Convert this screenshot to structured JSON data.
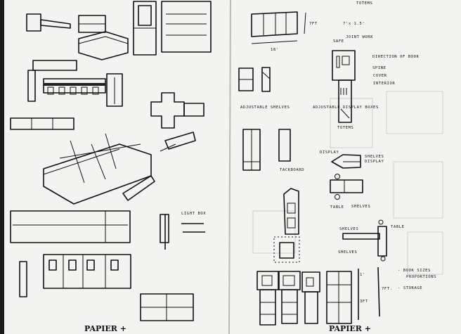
{
  "colors": {
    "paper": "#f3f3f1",
    "ink": "#111111"
  },
  "left_page": {
    "light_box_label": "LIGHT BOX",
    "brand": "PAPIER +"
  },
  "right_page": {
    "totems_top": "TOTEMS",
    "height_7ft": "7FT",
    "size": "7'x 1.5'",
    "width_18": "18'",
    "safe": "SAFE",
    "joint_work": "JOINT WORK",
    "direction_of_book": "DIRECTION OF BOOK",
    "spine": "SPINE",
    "cover": "COVER",
    "interior": "INTERIOR",
    "adjustable_shelves": "ADJUSTABLE SHELVES",
    "adjustable_display_boxes": "ADJUSTABLE DISPLAY BOXES",
    "totems": "TOTEMS",
    "tackboard": "TACKBOARD",
    "display": "DISPLAY",
    "shelves_display": [
      "SHELVES",
      "DISPLAY"
    ],
    "table": "TABLE",
    "shelves": "SHELVES",
    "shelves2": "SHELVES",
    "shelves3": "SHELVES",
    "table2": "TABLE",
    "book_sizes": [
      "- BOOK SIZES",
      "PROPORTIONS"
    ],
    "storage": "- STORAGE",
    "dim_1": "1'",
    "dim_2": "3FT",
    "dim_7ft": "7FT.",
    "brand": "PAPIER +"
  }
}
